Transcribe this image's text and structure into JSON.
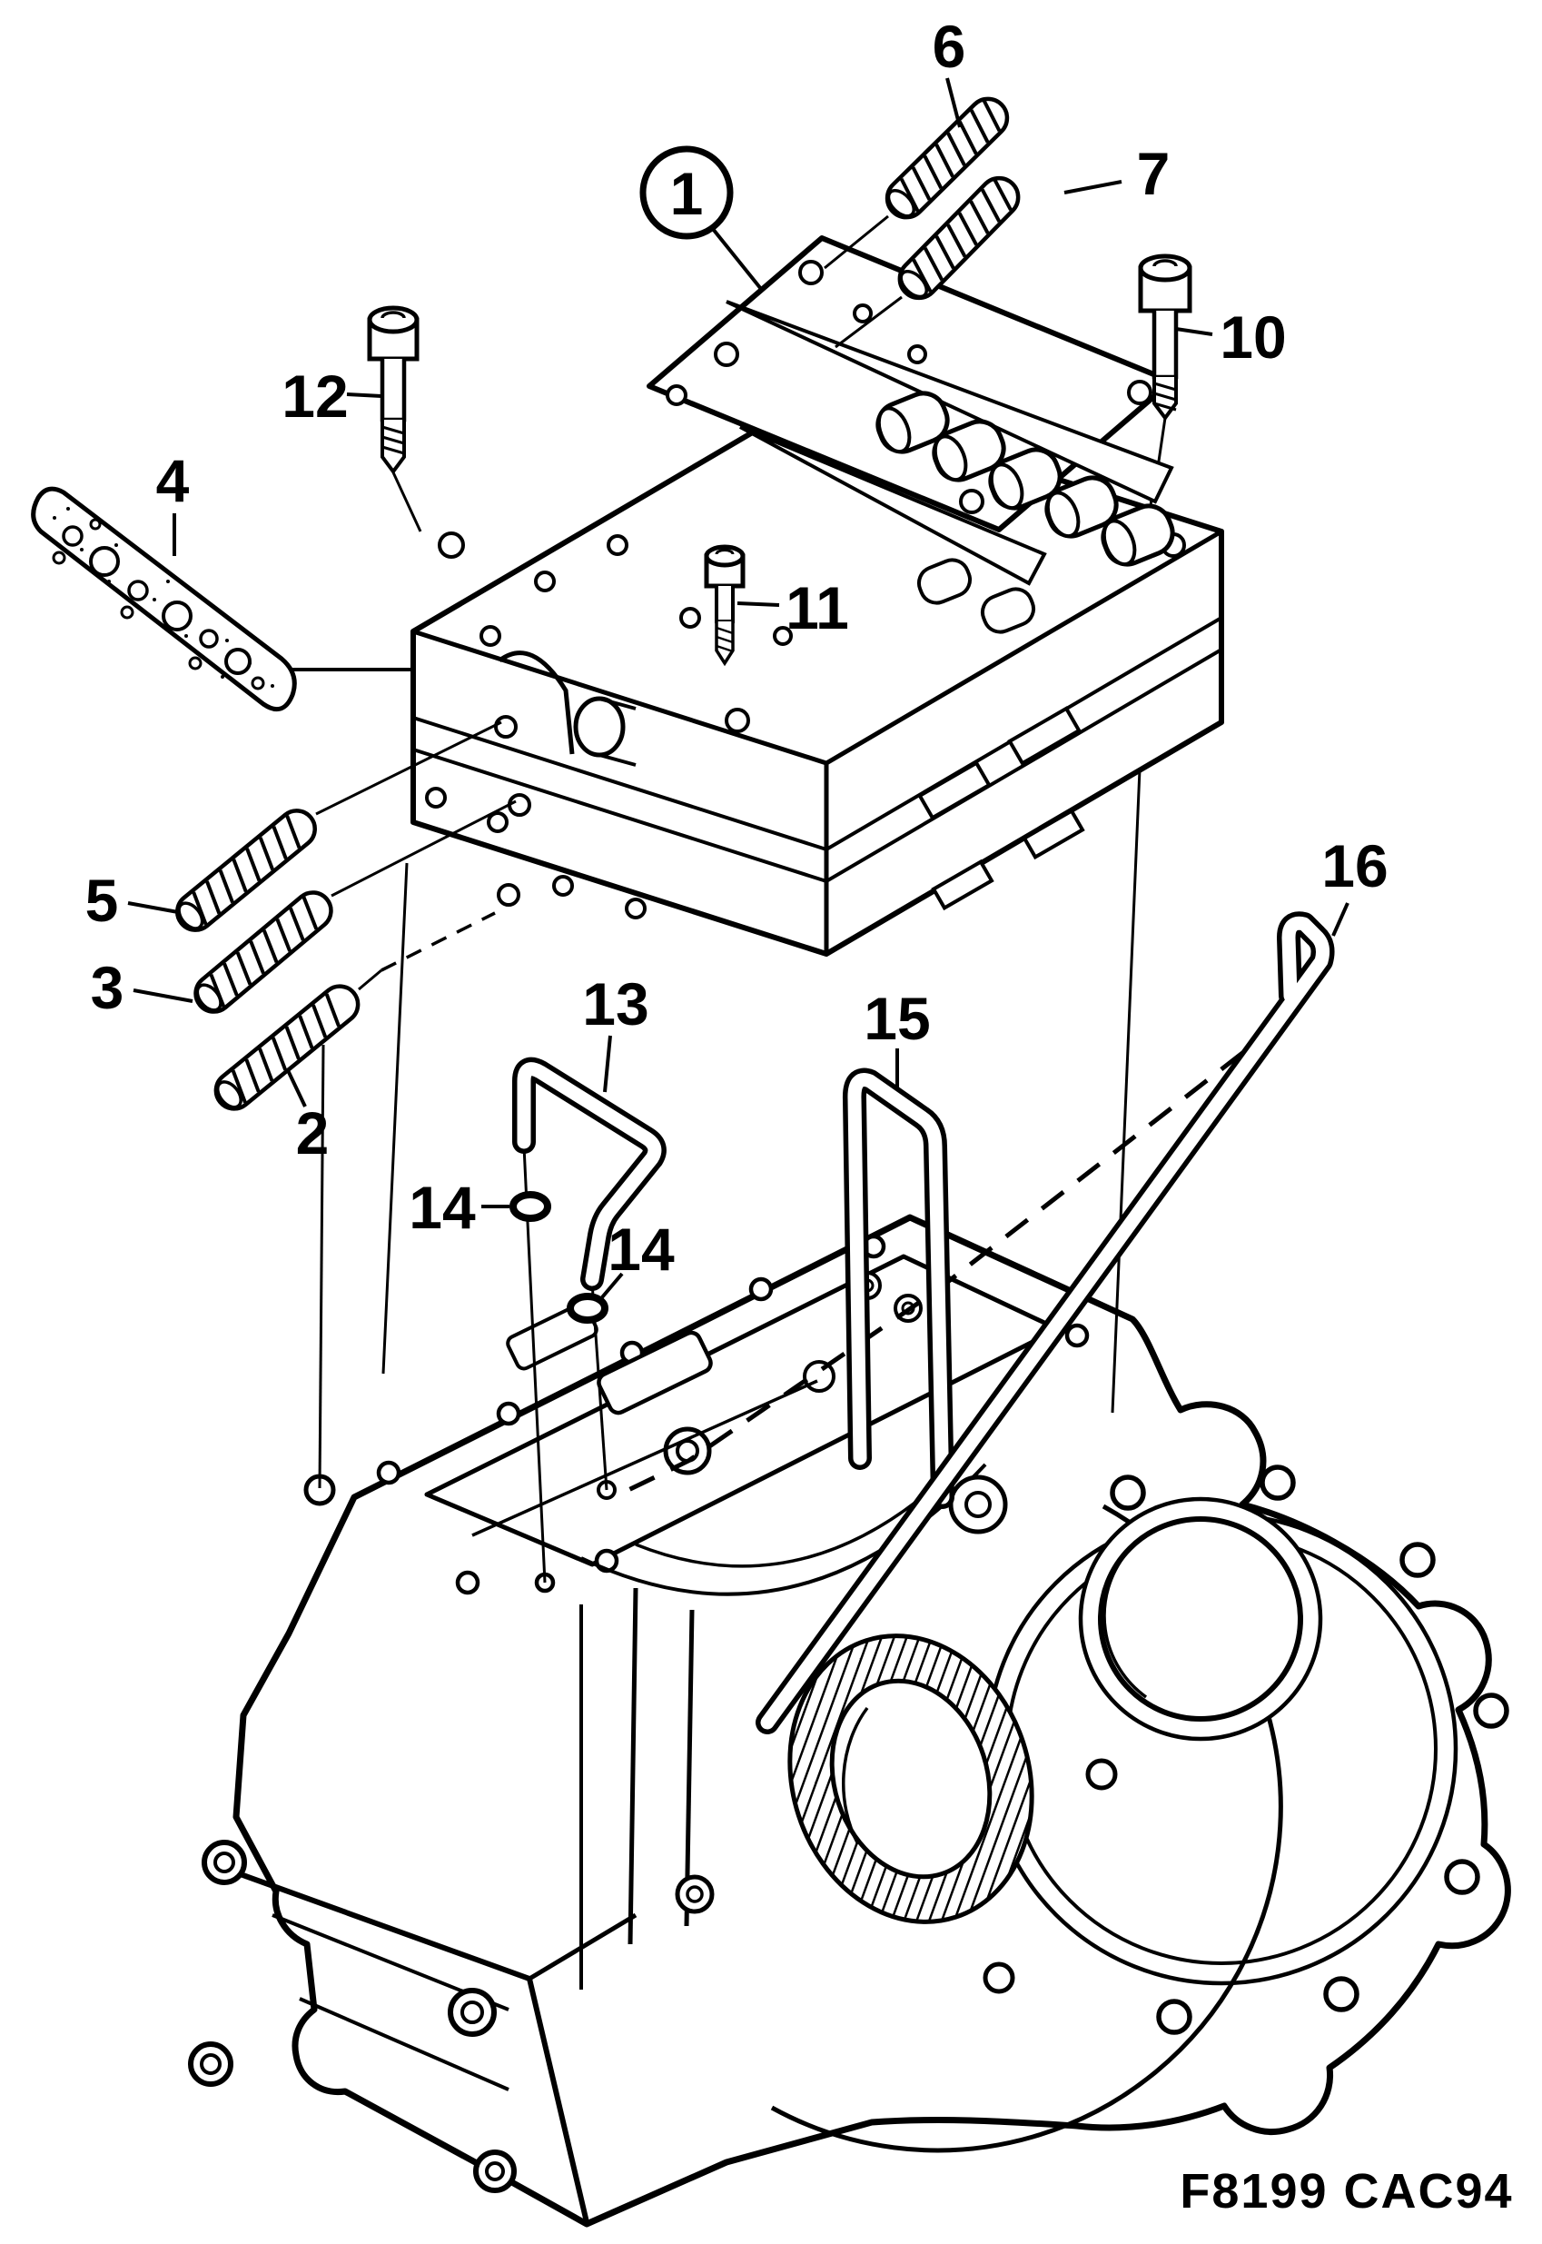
{
  "figure": {
    "drawing_code": "F8199 CAC94",
    "callouts": [
      {
        "label": "1",
        "circled": true
      },
      {
        "label": "6",
        "circled": false
      },
      {
        "label": "7",
        "circled": false
      },
      {
        "label": "10",
        "circled": false
      },
      {
        "label": "12",
        "circled": false
      },
      {
        "label": "11",
        "circled": false
      },
      {
        "label": "4",
        "circled": false
      },
      {
        "label": "5",
        "circled": false
      },
      {
        "label": "3",
        "circled": false
      },
      {
        "label": "2",
        "circled": false
      },
      {
        "label": "13",
        "circled": false
      },
      {
        "label": "14",
        "circled": false
      },
      {
        "label": "14",
        "circled": false
      },
      {
        "label": "15",
        "circled": false
      },
      {
        "label": "16",
        "circled": false
      }
    ]
  }
}
